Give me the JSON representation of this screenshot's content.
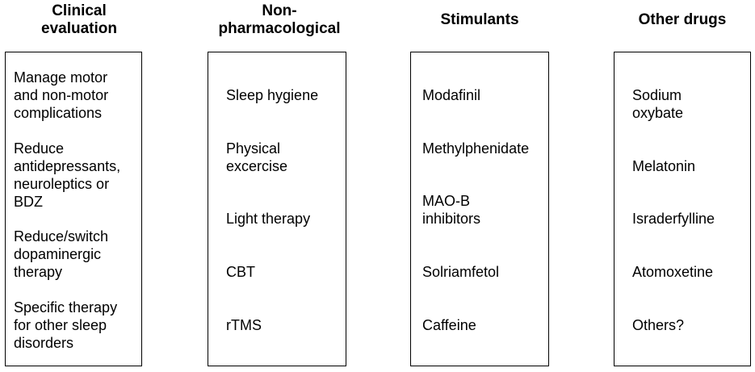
{
  "columns": [
    {
      "header": "Clinical\nevaluation",
      "items": [
        "Manage motor\nand non-motor\ncomplications",
        "Reduce\nantidepressants,\nneuroleptics or\nBDZ",
        "Reduce/switch\ndopaminergic\ntherapy",
        "Specific therapy\nfor other sleep\ndisorders"
      ]
    },
    {
      "header": "Non-\npharmacological",
      "items": [
        "Sleep hygiene",
        "Physical\nexcercise",
        "Light therapy",
        "CBT",
        "rTMS"
      ]
    },
    {
      "header": "Stimulants",
      "items": [
        "Modafinil",
        "Methylphenidate",
        "MAO-B\ninhibitors",
        "Solriamfetol",
        "Caffeine"
      ]
    },
    {
      "header": "Other drugs",
      "items": [
        "Sodium\noxybate",
        "Melatonin",
        "Israderfylline",
        "Atomoxetine",
        "Others?"
      ]
    }
  ]
}
